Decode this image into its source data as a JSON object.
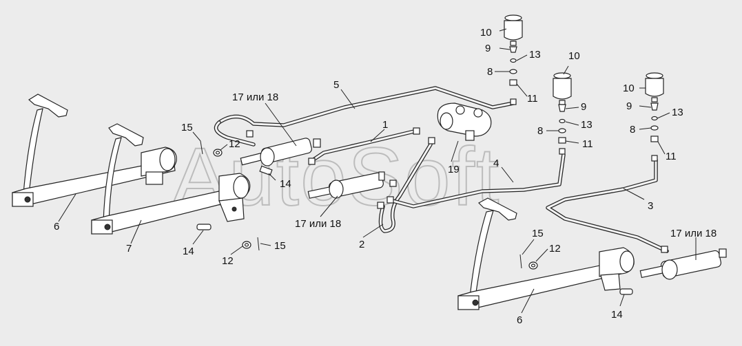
{
  "watermark": "AutoSoft",
  "labels": {
    "l1": "1",
    "l2": "2",
    "l3": "3",
    "l4": "4",
    "l5": "5",
    "l6a": "6",
    "l6b": "6",
    "l7": "7",
    "l8a": "8",
    "l8b": "8",
    "l8c": "8",
    "l9a": "9",
    "l9b": "9",
    "l9c": "9",
    "l10a": "10",
    "l10b": "10",
    "l10c": "10",
    "l11a": "11",
    "l11b": "11",
    "l11c": "11",
    "l12a": "12",
    "l12b": "12",
    "l12c": "12",
    "l13a": "13",
    "l13b": "13",
    "l13c": "13",
    "l14a": "14",
    "l14b": "14",
    "l14c": "14",
    "l15a": "15",
    "l15b": "15",
    "l15c": "15",
    "l1718a": "17 или 18",
    "l1718b": "17 или 18",
    "l1718c": "17 или 18",
    "l19": "19"
  }
}
